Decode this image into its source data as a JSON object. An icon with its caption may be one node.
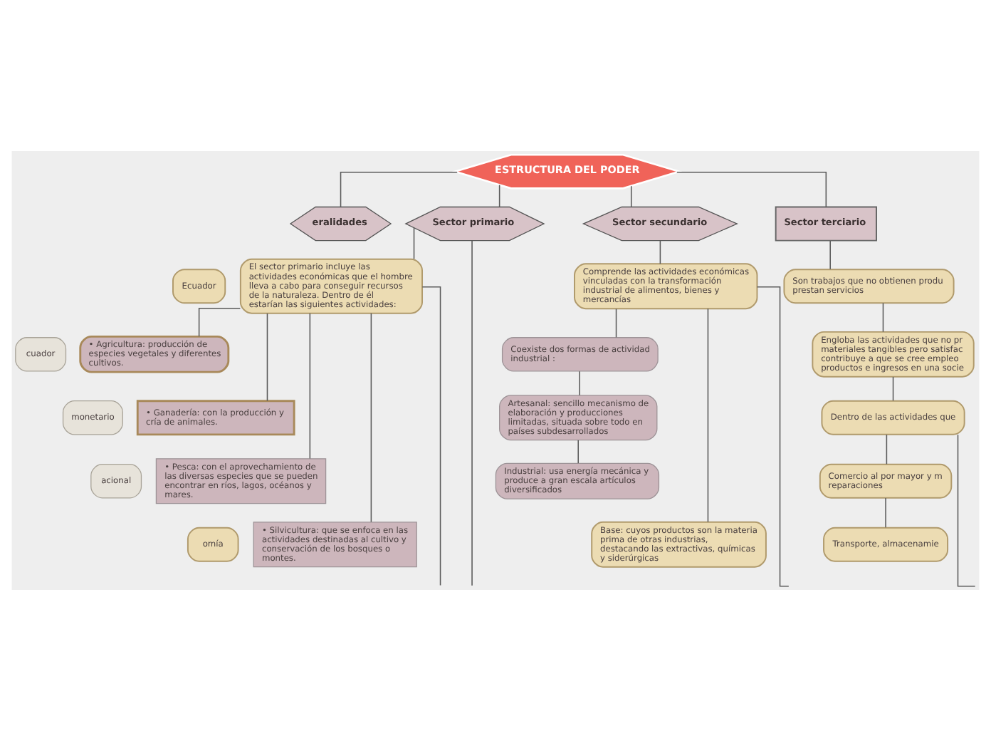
{
  "diagram": {
    "nodes": [
      {
        "text": [
          "ESTRUCTURA DEL PODER"
        ]
      },
      {
        "text": [
          "eralidades"
        ]
      },
      {
        "text": [
          "Sector primario"
        ]
      },
      {
        "text": [
          "Sector secundario"
        ]
      },
      {
        "text": [
          "Sector terciario"
        ]
      },
      {
        "text": [
          "Ecuador"
        ]
      },
      {
        "text": [
          "cuador"
        ]
      },
      {
        "text": [
          "monetario"
        ]
      },
      {
        "text": [
          "acional"
        ]
      },
      {
        "text": [
          "omía"
        ]
      },
      {
        "text": [
          "El sector primario incluye las actividades económicas que el hombre lleva a cabo para conseguir recursos de la naturaleza. Dentro de él estarían las siguientes actividades:"
        ]
      },
      {
        "text": [
          "• Agricultura: producción de especies vegetales y diferentes cultivos."
        ]
      },
      {
        "text": [
          "• Ganadería: con la producción y cría de animales."
        ]
      },
      {
        "text": [
          "• Pesca: con el aprovechamiento de las diversas especies que se pueden encontrar en ríos, lagos, océanos y mares."
        ]
      },
      {
        "text": [
          "• Silvicultura: que se enfoca en las actividades destinadas al cultivo y conservación de los bosques o montes."
        ]
      },
      {
        "text": [
          "Comprende las actividades económicas vinculadas con la transformación industrial de alimentos, bienes y mercancías"
        ]
      },
      {
        "text": [
          "Coexiste dos formas de actividad industrial :"
        ]
      },
      {
        "text": [
          "Artesanal: sencillo mecanismo de elaboración y producciones limitadas, situada sobre todo en países subdesarrollados"
        ]
      },
      {
        "text": [
          "Industrial: usa energía mecánica y produce a gran escala artículos diversificados"
        ]
      },
      {
        "text": [
          "Base: cuyos productos son la materia prima de otras industrias, destacando las extractivas, químicas y siderúrgicas"
        ]
      },
      {
        "text": [
          "Son trabajos que no obtienen produ prestan servicios"
        ]
      },
      {
        "text": [
          "Engloba las actividades que no pr materiales tangibles pero satisfac contribuye a que se cree empleo productos e ingresos en una socie"
        ]
      },
      {
        "text": [
          "Dentro de las actividades que"
        ]
      },
      {
        "text": [
          "Comercio al por mayor y m reparaciones"
        ]
      },
      {
        "text": [
          "Transporte, almacenamie"
        ]
      }
    ],
    "edges": [
      {
        "from": 0,
        "to": 1,
        "arrow": "none"
      },
      {
        "from": 0,
        "to": 2,
        "arrow": "none"
      },
      {
        "from": 0,
        "to": 3,
        "arrow": "none"
      },
      {
        "from": 0,
        "to": 4,
        "arrow": "none"
      },
      {
        "from": 2,
        "to": 10,
        "arrow": "none"
      },
      {
        "from": 10,
        "to": 11,
        "arrow": "none"
      },
      {
        "from": 10,
        "to": 12,
        "arrow": "none"
      },
      {
        "from": 10,
        "to": 13,
        "arrow": "none"
      },
      {
        "from": 10,
        "to": 14,
        "arrow": "none"
      },
      {
        "from": 2,
        "to": null,
        "arrow": "none"
      },
      {
        "from": 10,
        "to": null,
        "arrow": "none"
      },
      {
        "from": 3,
        "to": 15,
        "arrow": "none"
      },
      {
        "from": 15,
        "to": 16,
        "arrow": "none"
      },
      {
        "from": 16,
        "to": 17,
        "arrow": "none"
      },
      {
        "from": 17,
        "to": 18,
        "arrow": "none"
      },
      {
        "from": 15,
        "to": 19,
        "arrow": "none"
      },
      {
        "from": 15,
        "to": null,
        "arrow": "none"
      },
      {
        "from": 4,
        "to": 20,
        "arrow": "none"
      },
      {
        "from": 20,
        "to": 21,
        "arrow": "none"
      },
      {
        "from": 21,
        "to": 22,
        "arrow": "none"
      },
      {
        "from": 22,
        "to": 23,
        "arrow": "none"
      },
      {
        "from": 23,
        "to": 24,
        "arrow": "none"
      },
      {
        "from": 22,
        "to": null,
        "arrow": "none"
      }
    ]
  }
}
